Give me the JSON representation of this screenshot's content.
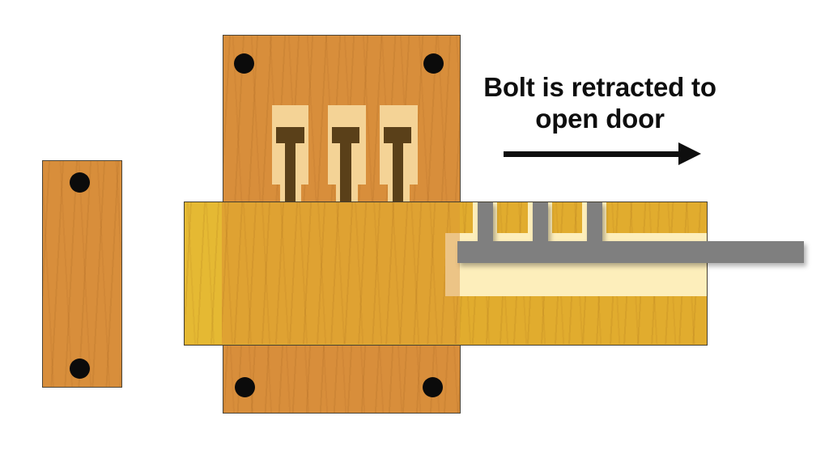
{
  "caption": {
    "line1": "Bolt is retracted to",
    "line2": "open door"
  },
  "components": {
    "door_frame_plank": "wooden door-frame plank",
    "lock_body": "wooden lock body on door",
    "bolt": "wooden bolt (retracted position)",
    "key": "key with teeth lifting the pins",
    "pins": "tumbler pins resting in channels"
  },
  "counts": {
    "pins": 3,
    "key_teeth": 3,
    "lock_body_pegs": 4,
    "frame_plank_pegs": 2
  },
  "colors": {
    "background": "#ffffff",
    "wood_orange": "#d88e3b",
    "bolt_yellow_left": "#e5b933",
    "bolt_yellow_over_door": "#dfa232",
    "bolt_yellow_right": "#e1ac2e",
    "pin_channel_cream": "#f4d396",
    "pin_brown": "#5a4019",
    "keyway_cream": "#fdeebb",
    "keyway_tan_over_door": "#ecc486",
    "key_gray": "#7f7f7f",
    "peg_black": "#0b0b0b",
    "outline_dark": "#4b4437",
    "text_black": "#0e0e0e"
  }
}
